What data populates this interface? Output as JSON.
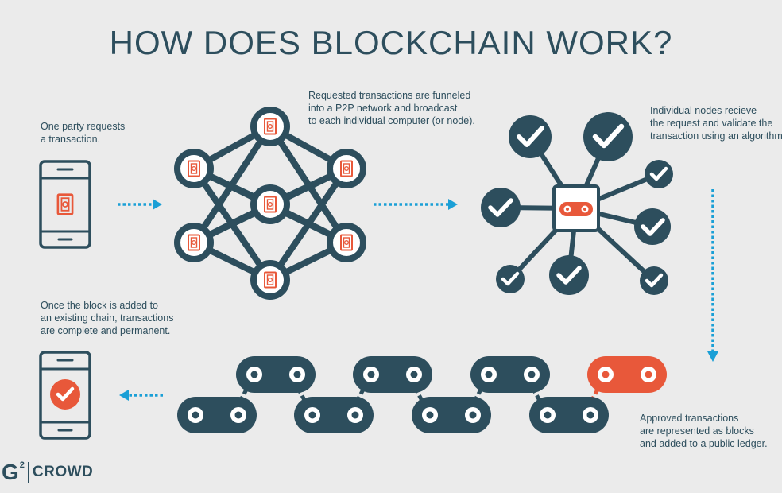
{
  "title": "HOW DOES BLOCKCHAIN WORK?",
  "steps": {
    "request": [
      "One party requests",
      "a transaction."
    ],
    "broadcast": [
      "Requested transactions are funneled",
      "into a P2P network and broadcast",
      "to each individual computer (or node)."
    ],
    "validate": [
      "Individual nodes recieve",
      "the request and validate the",
      "transaction using an algorithm."
    ],
    "approved": [
      "Approved transactions",
      "are represented as blocks",
      "and added to a public ledger."
    ],
    "complete": [
      "Once the block is added to",
      "an existing chain,  transactions",
      "are complete and permanent."
    ]
  },
  "brand": {
    "letter": "G",
    "superscript": "2",
    "word": "CROWD"
  },
  "colors": {
    "dark": "#2d4e5d",
    "orange": "#e8583a",
    "blue": "#1a9fd6",
    "background": "#ebebeb"
  },
  "icons": [
    "phone-icon",
    "money-icon",
    "check-icon",
    "chain-link-icon",
    "arrow-icon",
    "g2crowd-logo"
  ]
}
